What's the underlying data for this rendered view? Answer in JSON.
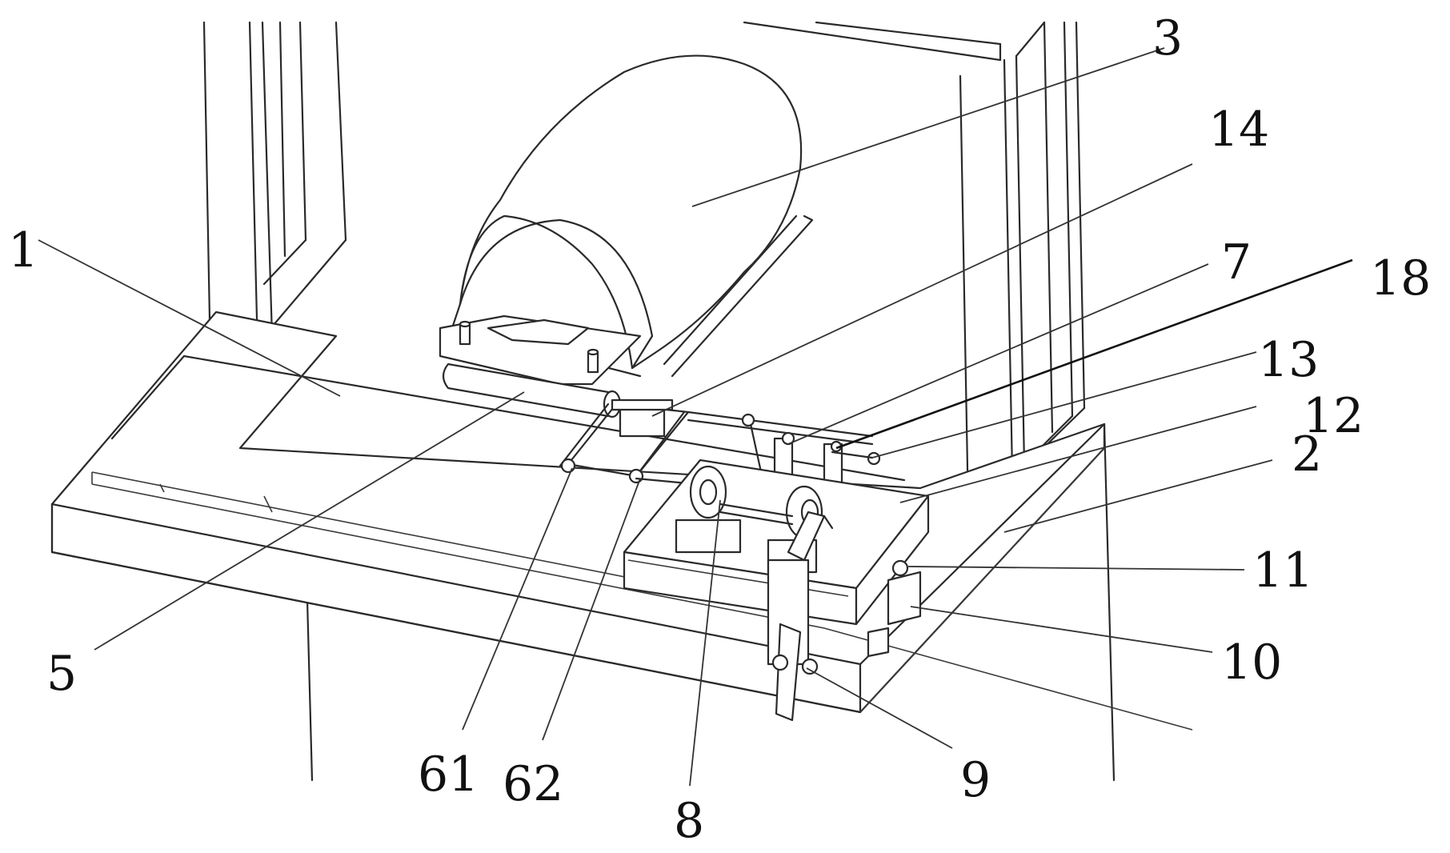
{
  "callouts": [
    {
      "id": "1",
      "text": "1"
    },
    {
      "id": "2",
      "text": "2"
    },
    {
      "id": "3",
      "text": "3"
    },
    {
      "id": "5",
      "text": "5"
    },
    {
      "id": "7",
      "text": "7"
    },
    {
      "id": "8",
      "text": "8"
    },
    {
      "id": "9",
      "text": "9"
    },
    {
      "id": "10",
      "text": "10"
    },
    {
      "id": "11",
      "text": "11"
    },
    {
      "id": "12",
      "text": "12"
    },
    {
      "id": "13",
      "text": "13"
    },
    {
      "id": "14",
      "text": "14"
    },
    {
      "id": "18",
      "text": "18"
    },
    {
      "id": "61",
      "text": "61"
    },
    {
      "id": "62",
      "text": "62"
    }
  ]
}
